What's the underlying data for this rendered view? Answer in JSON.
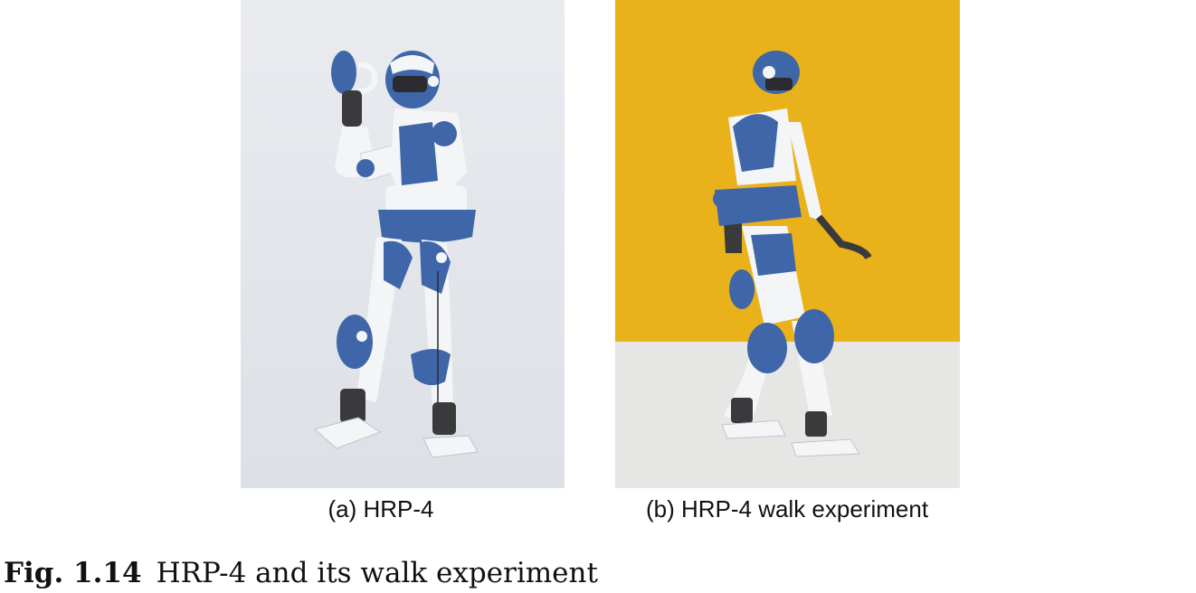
{
  "figure": {
    "panels": [
      {
        "caption": "(a) HRP-4",
        "background": "#e3e5ea",
        "robot_colors": {
          "blue": "#3e66a8",
          "white": "#f4f5f7",
          "dark": "#3a3a3d"
        }
      },
      {
        "caption": "(b) HRP-4 walk experiment",
        "background": "#e9b21a",
        "floor": "#e6e6e4",
        "robot_colors": {
          "blue": "#3e66a8",
          "white": "#f4f5f7",
          "dark": "#3a3a3d"
        }
      }
    ],
    "caption_label": "Fig. 1.14",
    "caption_text": "HRP-4 and its walk experiment"
  }
}
